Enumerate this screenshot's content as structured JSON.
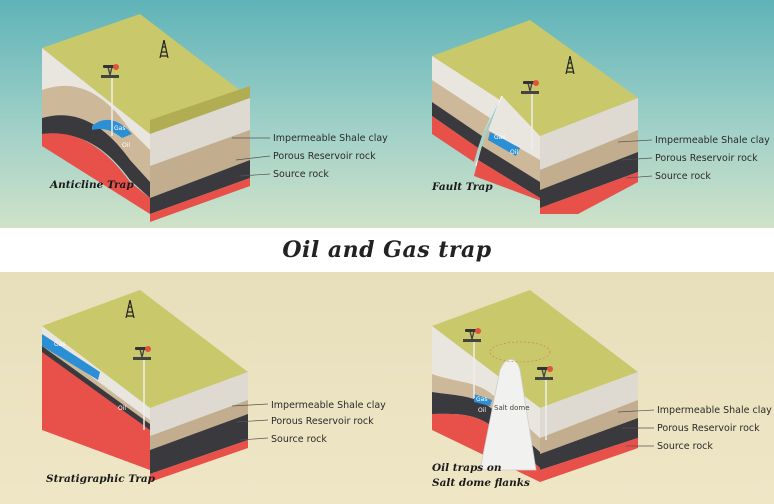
{
  "title": "Oil and Gas trap",
  "colors": {
    "topsoil": "#c9c86a",
    "shale": "#e9e6df",
    "reservoir": "#cdb89a",
    "dark": "#3a3a3e",
    "source": "#e8504a",
    "gas": "#2b8fd6",
    "salt": "#f1f1ef"
  },
  "panels": [
    {
      "id": "anticline",
      "caption": "Anticline Trap",
      "labels": [
        "Impermeable Shale clay",
        "Porous Reservoir rock",
        "Source rock"
      ],
      "gas": "Gas",
      "oil": "Oil"
    },
    {
      "id": "fault",
      "caption": "Fault Trap",
      "labels": [
        "Impermeable Shale clay",
        "Porous Reservoir rock",
        "Source rock"
      ],
      "gas": "Gas",
      "oil": "Oil"
    },
    {
      "id": "stratigraphic",
      "caption": "Stratigraphic Trap",
      "labels": [
        "Impermeable Shale clay",
        "Porous Reservoir rock",
        "Source rock"
      ],
      "gas": "Gas",
      "oil": "Oil"
    },
    {
      "id": "saltdome",
      "caption_line1": "Oil traps on",
      "caption_line2": "Salt dome flanks",
      "labels": [
        "Impermeable Shale clay",
        "Porous Reservoir rock",
        "Source rock"
      ],
      "gas": "Gas",
      "oil": "Oil",
      "salt": "Salt dome"
    }
  ]
}
